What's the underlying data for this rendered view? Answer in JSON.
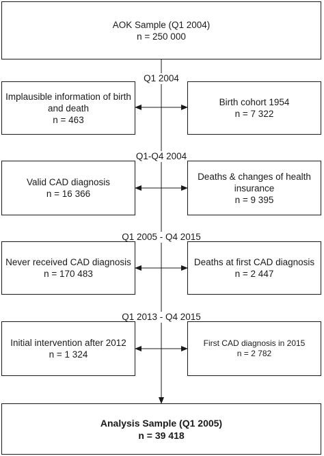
{
  "top_box": {
    "line1": "AOK Sample (Q1 2004)",
    "line2": "n = 250 000"
  },
  "stages": [
    {
      "label": "Q1 2004",
      "left": {
        "line1": "Implausible information of birth",
        "line2": "and death",
        "line3": "n = 463"
      },
      "right": {
        "line1": "Birth cohort 1954",
        "line2": "n = 7 322"
      }
    },
    {
      "label": "Q1-Q4 2004",
      "left": {
        "line1": "Valid CAD diagnosis",
        "line2": "n = 16 366"
      },
      "right": {
        "line1": "Deaths & changes of health",
        "line2": "insurance",
        "line3": "n = 9 395"
      }
    },
    {
      "label": "Q1 2005 - Q4 2015",
      "left": {
        "line1": "Never received CAD diagnosis",
        "line2": "n = 170 483"
      },
      "right": {
        "line1": "Deaths at first CAD diagnosis",
        "line2": "n = 2 447"
      }
    },
    {
      "label": "Q1 2013 - Q4 2015",
      "left": {
        "line1": "Initial intervention after 2012",
        "line2": "n = 1 324"
      },
      "right": {
        "line1": "First CAD diagnosis in 2015",
        "line2": "n = 2 782"
      }
    }
  ],
  "bottom_box": {
    "line1": "Analysis Sample (Q1 2005)",
    "line2": "n = 39 418"
  },
  "colors": {
    "line": "#1a1a1a",
    "box_fill": "#ffffff"
  }
}
